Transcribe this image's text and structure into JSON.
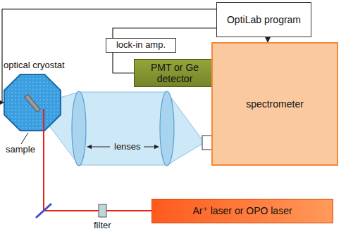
{
  "diagram": {
    "nodes": [
      {
        "text": [
          "OptiLab program"
        ]
      },
      {
        "text": [
          "lock-in amp."
        ]
      },
      {
        "text": [
          "PMT or Ge detector"
        ]
      },
      {
        "text": [
          "spectrometer"
        ]
      },
      {
        "text": [
          "optical cryostat"
        ]
      },
      {
        "text": [
          "Ar⁺ laser or OPO laser"
        ]
      }
    ],
    "edges": [
      {
        "from": 0,
        "to": 4,
        "arrow": "to"
      },
      {
        "from": 0,
        "to": 3,
        "arrow": "to"
      },
      {
        "from": 1,
        "to": 0,
        "arrow": "none"
      },
      {
        "from": 1,
        "to": 2,
        "arrow": "none"
      }
    ],
    "labels": [
      "sample",
      "lenses",
      "filter"
    ]
  }
}
